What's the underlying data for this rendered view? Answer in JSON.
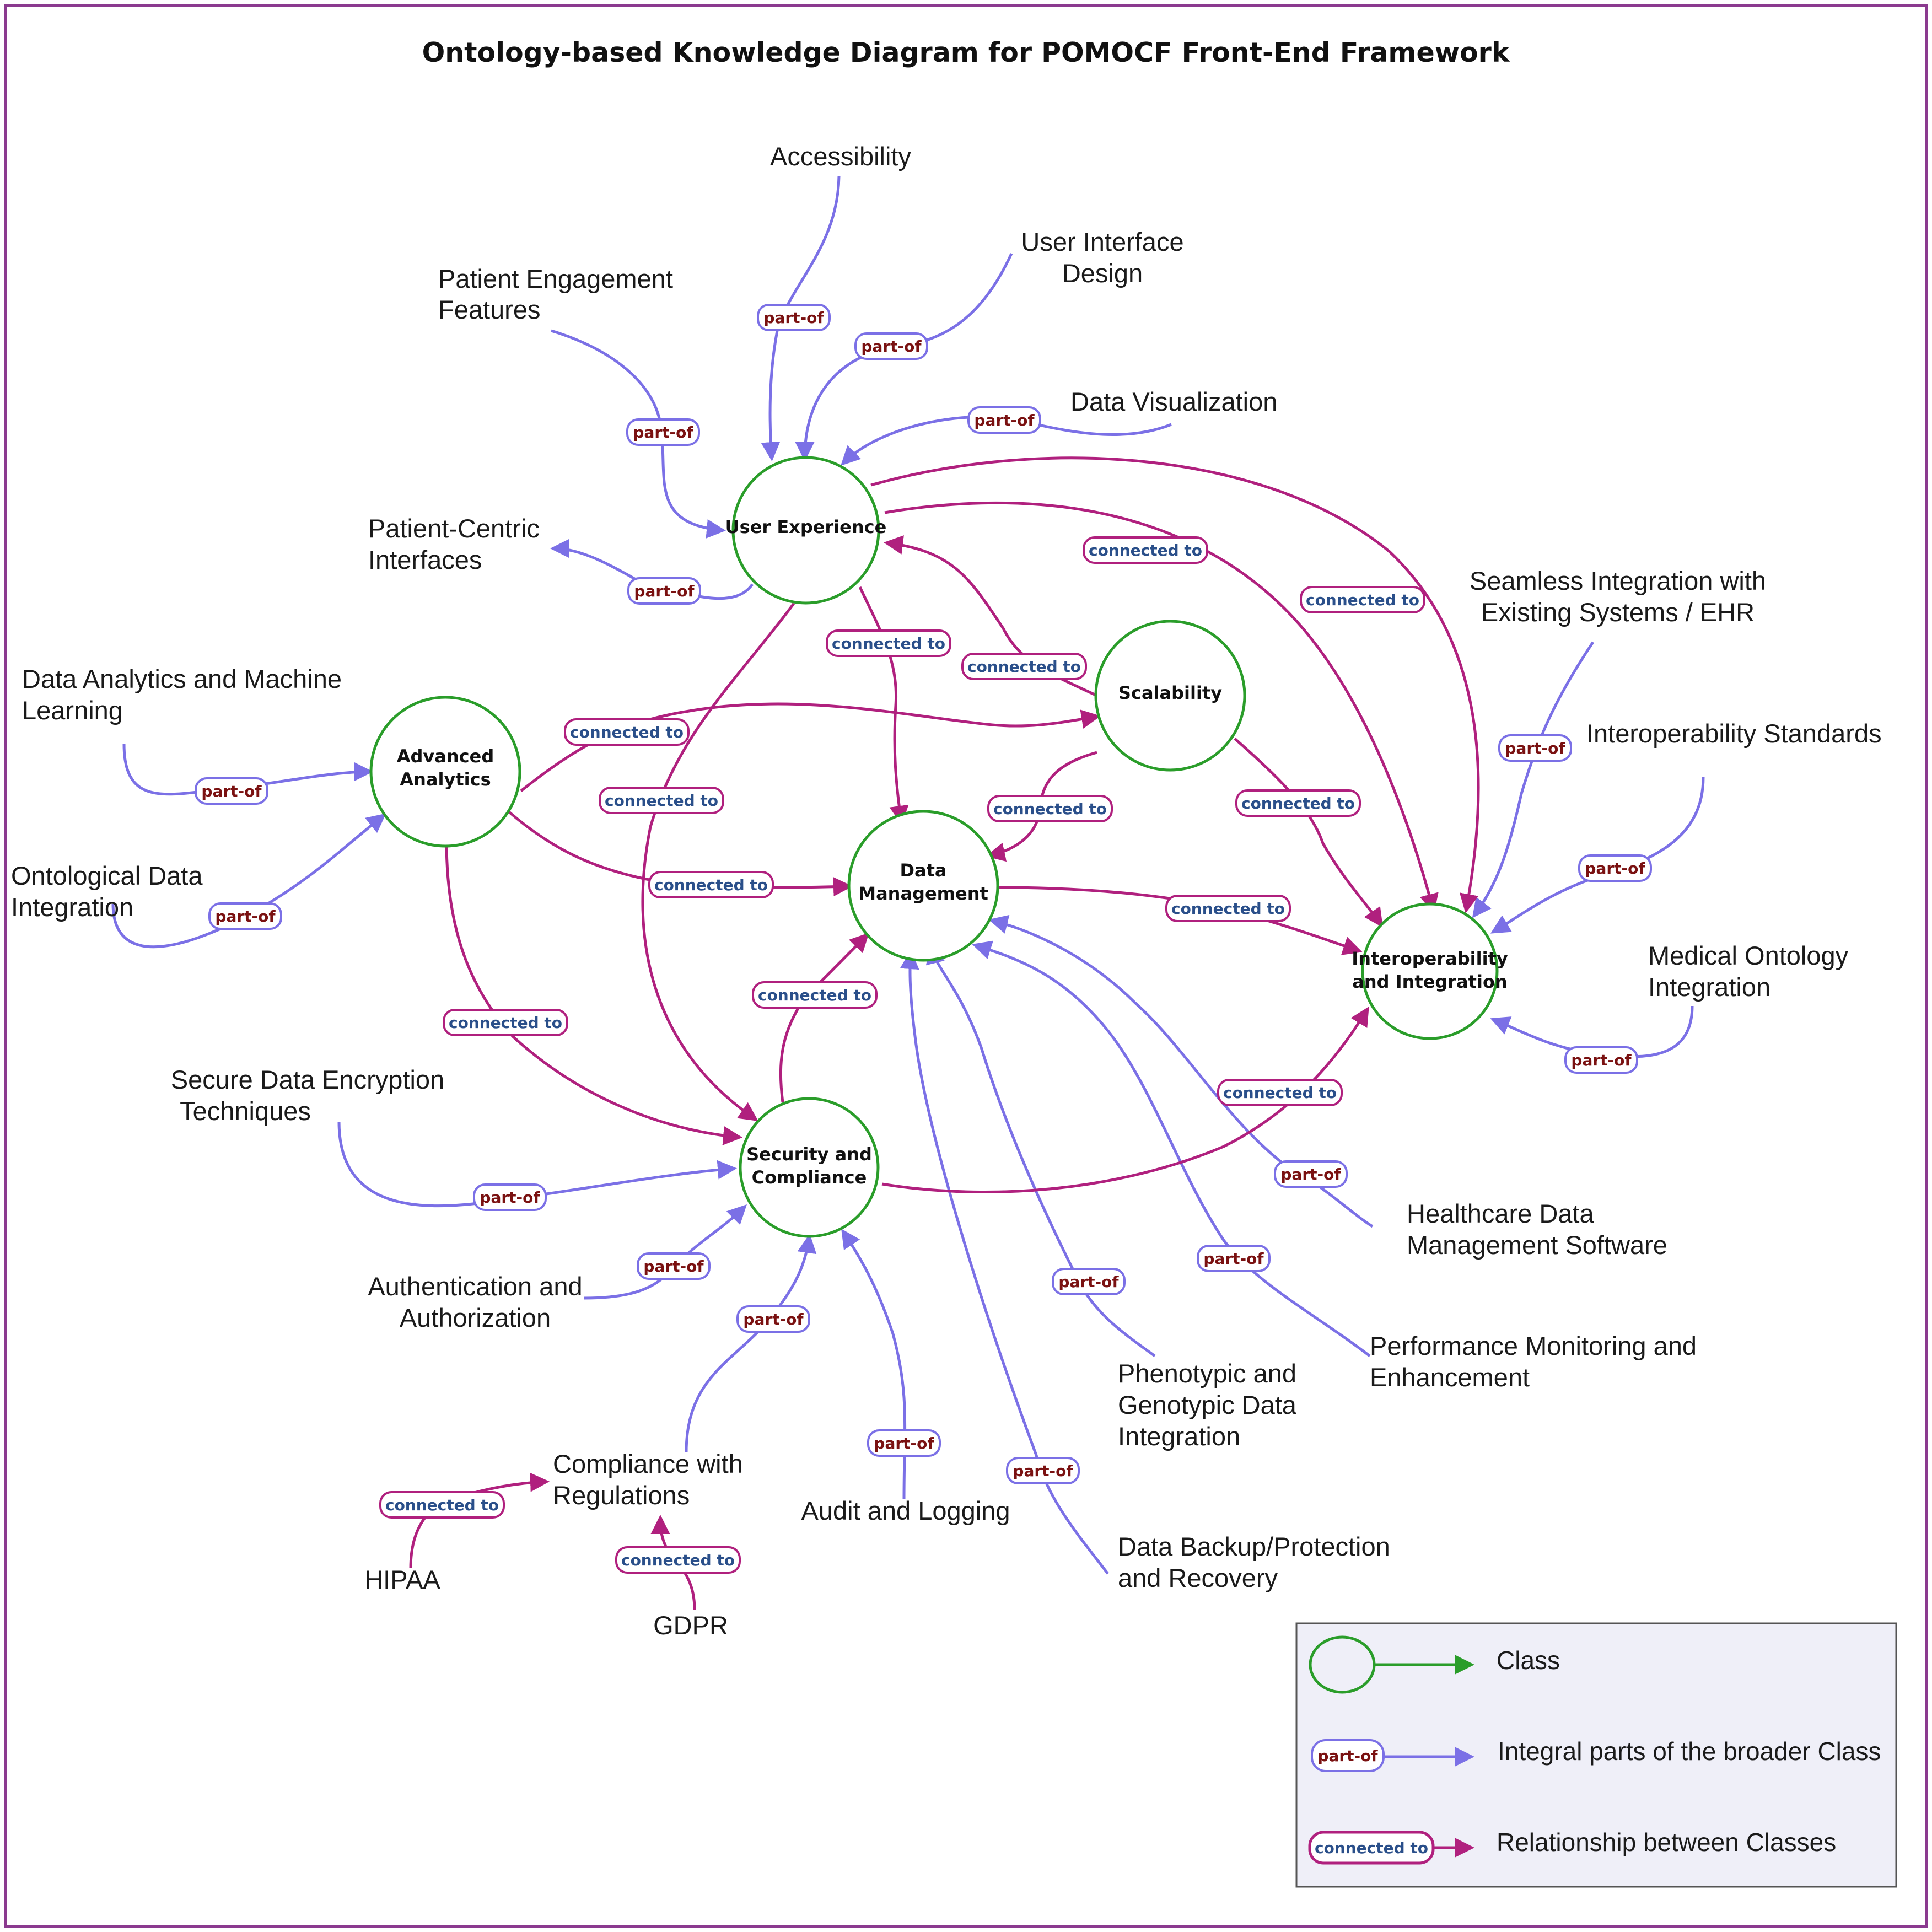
{
  "title": "Ontology-based Knowledge Diagram for POMOCF Front-End Framework",
  "colors": {
    "class_circle": "#2a9d2a",
    "part_of_edge": "#7b70e6",
    "connected_edge": "#b0207e",
    "part_of_text": "#7a1111",
    "connected_text": "#2a4f8a",
    "border": "#8b3a8f",
    "legend_bg": "#efeff8"
  },
  "chip_text": {
    "part_of": "part-of",
    "connected_to": "connected to"
  },
  "classes": {
    "user_experience": "User Experience",
    "advanced_analytics": [
      "Advanced",
      "Analytics"
    ],
    "data_management": [
      "Data",
      "Management"
    ],
    "scalability": "Scalability",
    "security": [
      "Security and",
      "Compliance"
    ],
    "interoperability": [
      "Interoperability",
      "and Integration"
    ]
  },
  "labels": {
    "accessibility": "Accessibility",
    "ui_design": [
      "User Interface",
      "Design"
    ],
    "patient_engagement": [
      "Patient Engagement",
      "Features"
    ],
    "data_visualization": "Data Visualization",
    "patient_centric": [
      "Patient-Centric",
      "Interfaces"
    ],
    "data_analytics_ml": [
      "Data Analytics and Machine",
      "Learning"
    ],
    "ontological": [
      "Ontological Data",
      "Integration"
    ],
    "seamless": [
      "Seamless Integration with",
      "Existing Systems / EHR"
    ],
    "interop_standards": "Interoperability Standards",
    "medical_ontology": [
      "Medical Ontology",
      "Integration"
    ],
    "secure_encryption": [
      "Secure Data Encryption",
      "Techniques"
    ],
    "auth": [
      "Authentication and",
      "Authorization"
    ],
    "compliance_regs": [
      "Compliance with",
      "Regulations"
    ],
    "hipaa": "HIPAA",
    "gdpr": "GDPR",
    "audit": "Audit and Logging",
    "backup": [
      "Data Backup/Protection",
      "and Recovery"
    ],
    "phenotypic": [
      "Phenotypic and",
      "Genotypic Data",
      "Integration"
    ],
    "performance": [
      "Performance Monitoring and",
      "Enhancement"
    ],
    "healthcare_dm": [
      "Healthcare Data",
      "Management Software"
    ]
  },
  "legend": {
    "class": "Class",
    "part_of": "Integral parts of the broader Class",
    "connected": "Relationship between Classes"
  }
}
